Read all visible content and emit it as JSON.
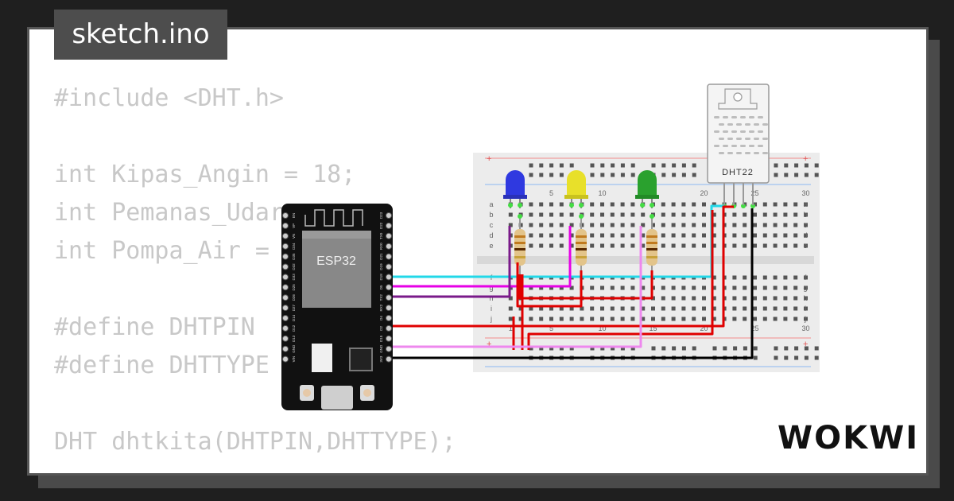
{
  "file_tab": {
    "title": "sketch.ino"
  },
  "code": {
    "lines": [
      "#include <DHT.h>",
      "int Kipas_Angin = 18;",
      "int Pemanas_Udara",
      "int Pompa_Air = ",
      "#define DHTPIN",
      "#define DHTTYPE",
      "DHT dhtkita(DHTPIN,DHTTYPE);"
    ]
  },
  "esp32": {
    "label": "ESP32",
    "left_pins": [
      "EN",
      "VP",
      "VN",
      "D34",
      "D35",
      "D32",
      "D33",
      "D25",
      "D26",
      "D27",
      "D14",
      "D12",
      "D13",
      "GND",
      "VIN"
    ],
    "right_pins": [
      "D23",
      "D22",
      "TX0",
      "RX0",
      "D21",
      "D19",
      "D18",
      "D5",
      "TX2",
      "RX2",
      "D4",
      "D2",
      "D15",
      "GND",
      "3V3"
    ]
  },
  "breadboard": {
    "column_numbers": [
      "1",
      "5",
      "10",
      "15",
      "20",
      "25",
      "30"
    ],
    "rows_top": [
      "a",
      "b",
      "c",
      "d",
      "e"
    ],
    "rows_bottom": [
      "f",
      "g",
      "h",
      "i",
      "j"
    ],
    "plus_sign": "+",
    "minus_sign": "−"
  },
  "leds": [
    {
      "color": "#2f39e0",
      "name": "blue-led"
    },
    {
      "color": "#e8e02a",
      "name": "yellow-led"
    },
    {
      "color": "#2aa12e",
      "name": "green-led"
    }
  ],
  "wire_colors": {
    "cyan": "#22d8e8",
    "magenta": "#e600e6",
    "purple": "#7a1a8a",
    "red": "#e00000",
    "pink": "#ee88ee",
    "black": "#000000"
  },
  "dht": {
    "label": "DHT22"
  },
  "logo": {
    "text": "WOKWI"
  }
}
